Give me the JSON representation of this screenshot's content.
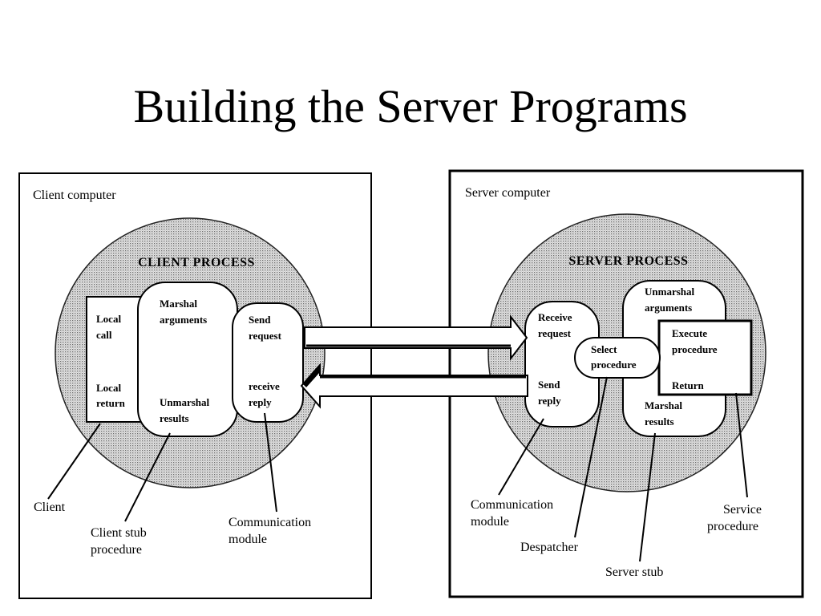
{
  "slide": {
    "title": "Building the Server Programs"
  },
  "client": {
    "panel_label": "Client computer",
    "process_label": "CLIENT PROCESS",
    "local_call": [
      "Local",
      "call"
    ],
    "local_return": [
      "Local",
      "return"
    ],
    "marshal_args": [
      "Marshal",
      "arguments"
    ],
    "unmarshal_results": [
      "Unmarshal",
      "results"
    ],
    "send_request": [
      "Send",
      "request"
    ],
    "receive_reply": [
      "receive",
      "reply"
    ],
    "callout_client": "Client",
    "callout_stub": [
      "Client stub",
      "procedure"
    ],
    "callout_comm": [
      "Communication",
      "module"
    ]
  },
  "server": {
    "panel_label": "Server computer",
    "process_label": "SERVER PROCESS",
    "receive_request": [
      "Receive",
      "request"
    ],
    "send_reply": [
      "Send",
      "reply"
    ],
    "select_procedure": [
      "Select",
      "procedure"
    ],
    "unmarshal_args": [
      "Unmarshal",
      "arguments"
    ],
    "execute_procedure": [
      "Execute",
      "procedure"
    ],
    "return_label": "Return",
    "marshal_results": [
      "Marshal",
      "results"
    ],
    "callout_comm": [
      "Communication",
      "module"
    ],
    "callout_despatcher": "Despatcher",
    "callout_stub": "Server stub",
    "callout_service": [
      "Service",
      "procedure"
    ]
  }
}
